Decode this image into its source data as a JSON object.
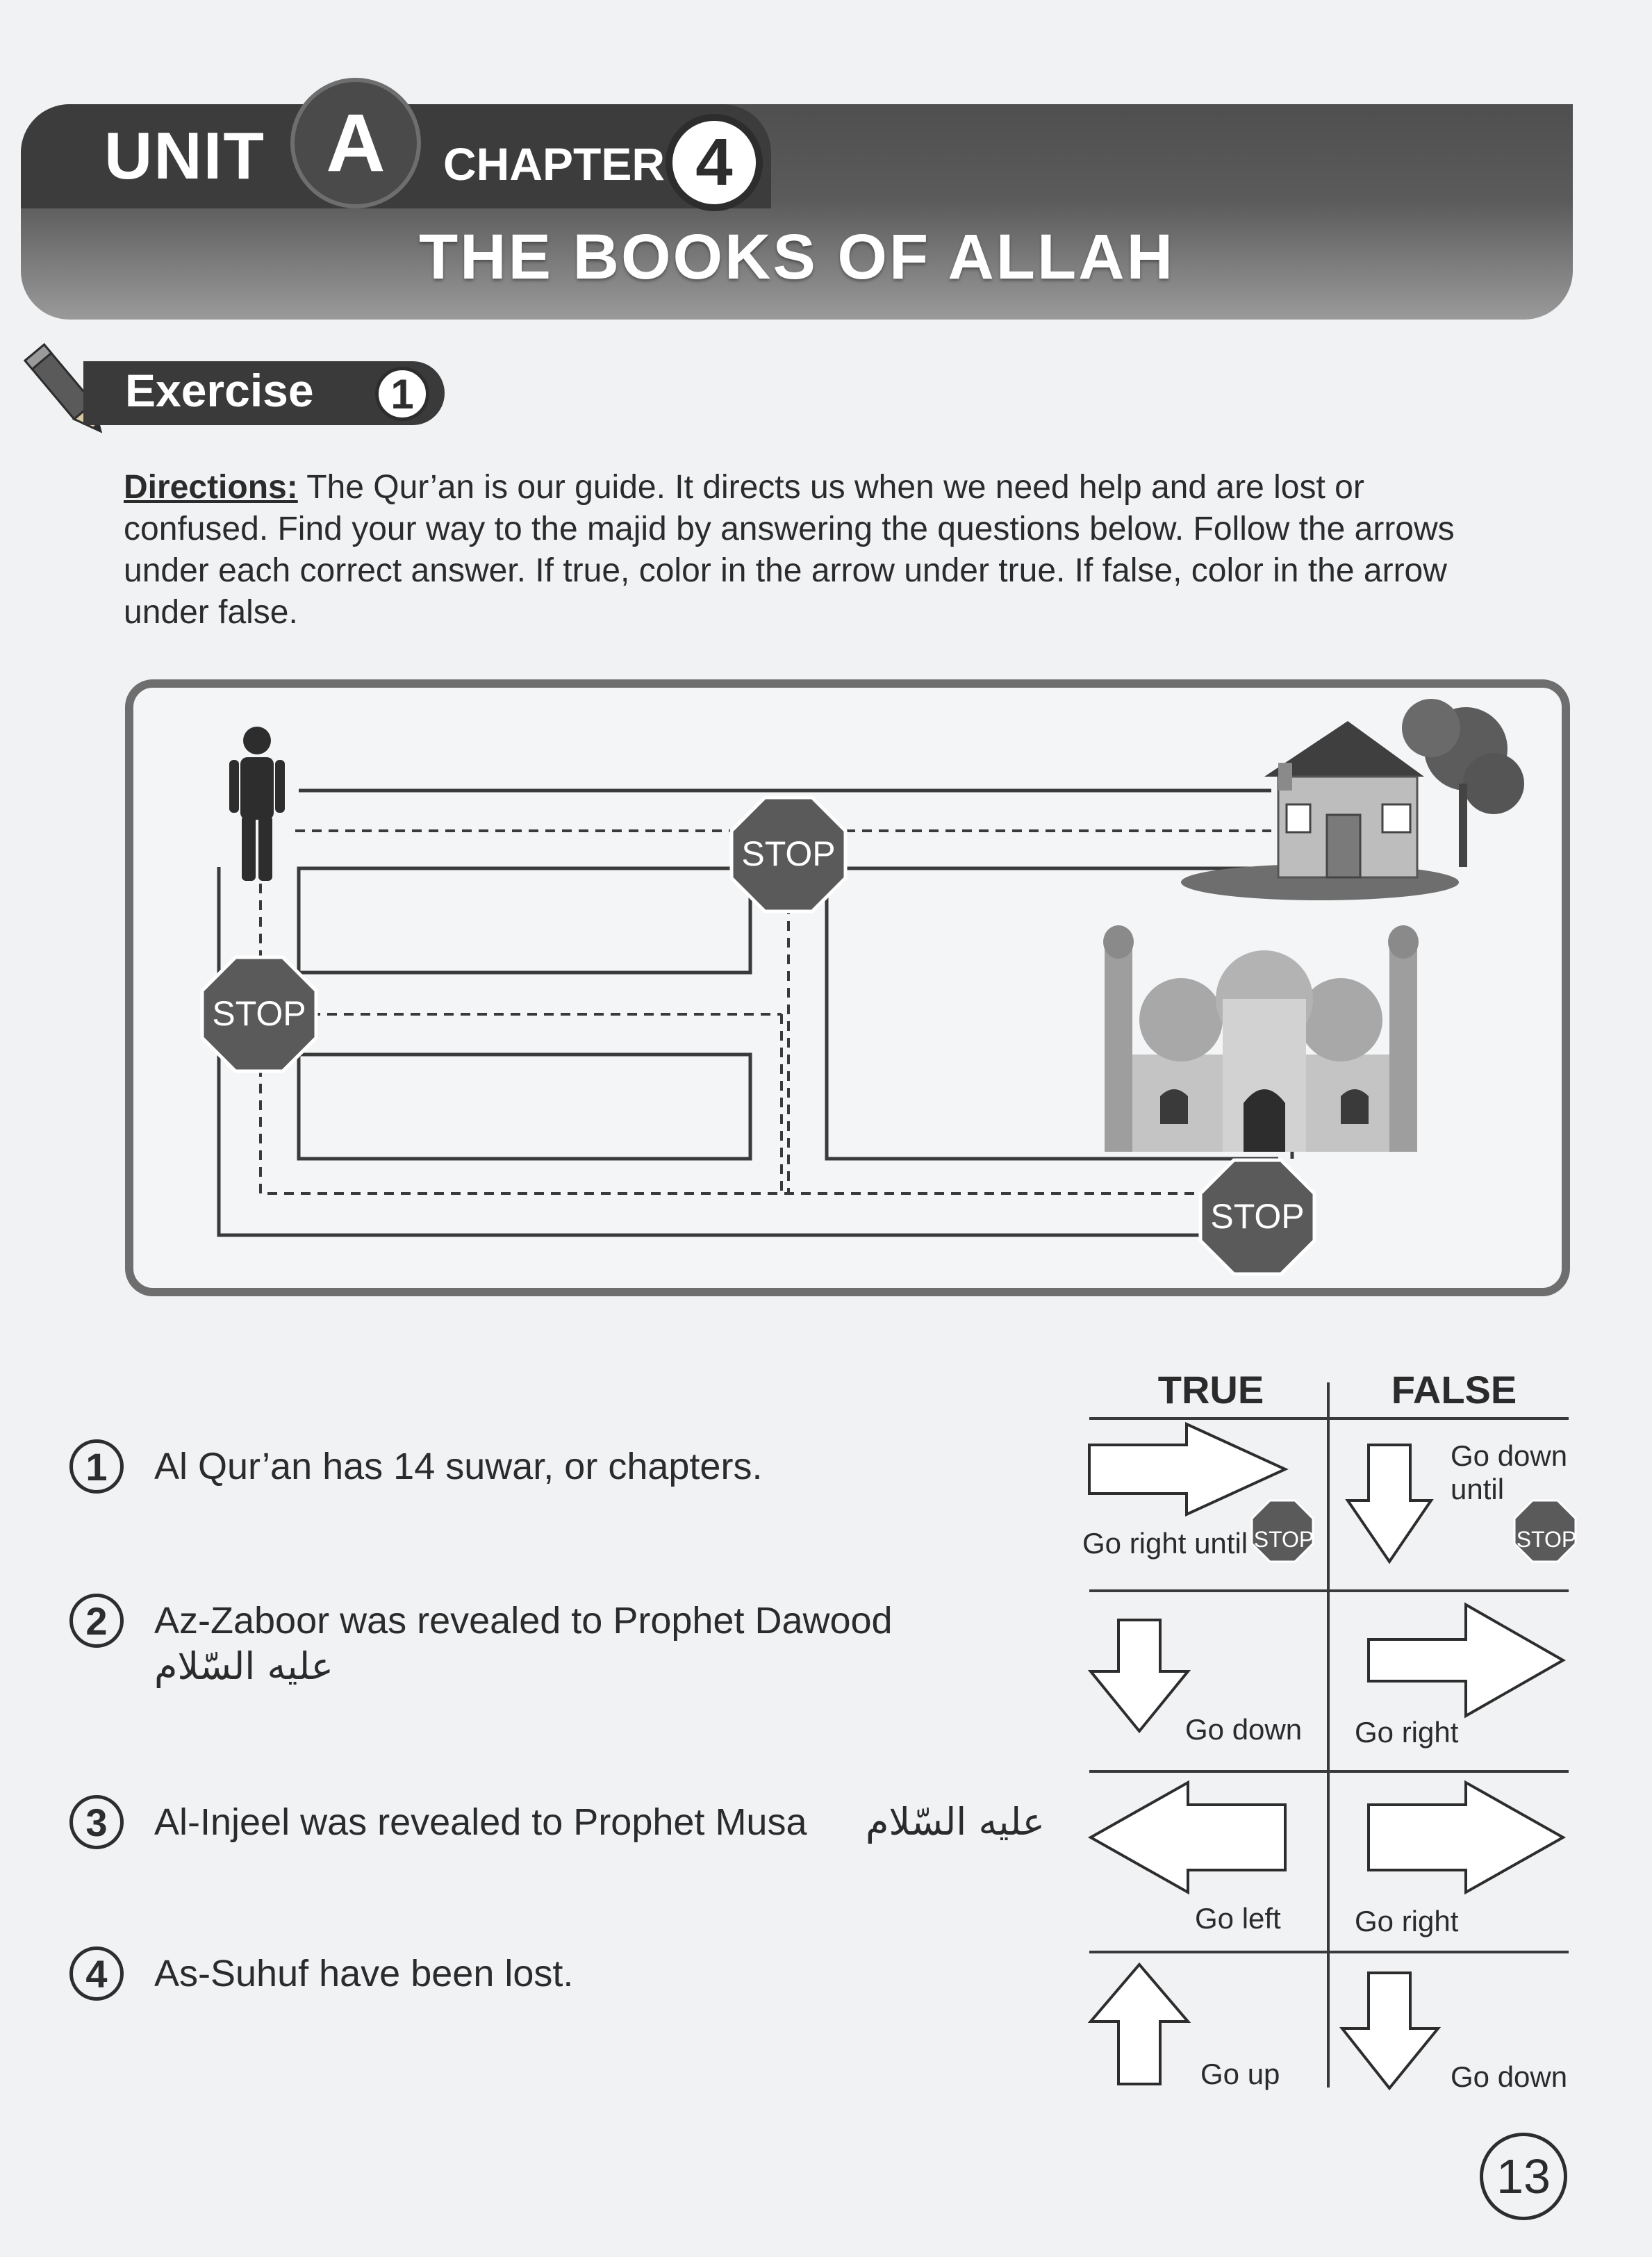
{
  "header": {
    "unit_label": "UNIT",
    "unit_letter": "A",
    "chapter_label": "CHAPTER",
    "chapter_number": "4",
    "title": "THE BOOKS OF ALLAH"
  },
  "exercise": {
    "label": "Exercise",
    "number": "1"
  },
  "directions": {
    "label": "Directions:",
    "text": " The Qur’an is our guide. It directs us when we need help and are lost or confused. Find your way to the majid by answering the questions below. Follow the arrows under each correct answer. If true, color in the arrow under true. If false, color in the arrow under false."
  },
  "maze": {
    "stop_label": "STOP"
  },
  "questions": [
    {
      "number": "1",
      "text": "Al Qur’an has 14 suwar, or chapters.",
      "arabic": ""
    },
    {
      "number": "2",
      "text": "Az-Zaboor was revealed to Prophet Dawood",
      "arabic": "عليه السّلام"
    },
    {
      "number": "3",
      "text": "Al-Injeel was revealed to Prophet Musa",
      "arabic": "عليه السّلام"
    },
    {
      "number": "4",
      "text": "As-Suhuf have been lost.",
      "arabic": ""
    }
  ],
  "tf_table": {
    "true_header": "TRUE",
    "false_header": "FALSE",
    "rows": [
      {
        "true_direction": "Go right until",
        "true_arrow": "right",
        "false_direction_1": "Go down",
        "false_direction_2": "until",
        "false_arrow": "down"
      },
      {
        "true_direction": "Go down",
        "true_arrow": "down",
        "false_direction": "Go right",
        "false_arrow": "right"
      },
      {
        "true_direction": "Go left",
        "true_arrow": "left",
        "false_direction": "Go right",
        "false_arrow": "right"
      },
      {
        "true_direction": "Go up",
        "true_arrow": "up",
        "false_direction": "Go down",
        "false_arrow": "down"
      }
    ]
  },
  "page_number": "13",
  "colors": {
    "banner_dark": "#3c3c3c",
    "stop_sign": "#5a5a5a",
    "ink": "#2b2b2b",
    "paper": "#f1f2f4"
  }
}
